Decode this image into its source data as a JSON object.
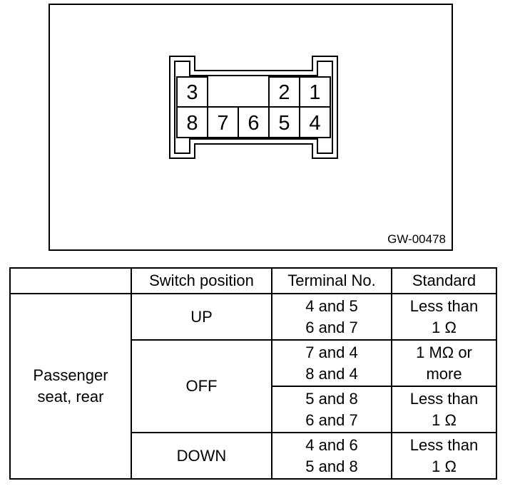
{
  "figure": {
    "code": "GW-00478",
    "terminals": [
      "3",
      "2",
      "1",
      "8",
      "7",
      "6",
      "5",
      "4"
    ]
  },
  "table": {
    "headers": [
      "",
      "Switch position",
      "Terminal No.",
      "Standard"
    ],
    "group_label": [
      "Passenger",
      "seat, rear"
    ],
    "rows": [
      {
        "position": "UP",
        "terminals": [
          "4 and 5",
          "6 and 7"
        ],
        "standard": [
          "Less than",
          "1 Ω"
        ]
      },
      {
        "position": "OFF",
        "terminals": [
          "7 and 4",
          "8 and 4"
        ],
        "standard": [
          "1 MΩ or",
          "more"
        ]
      },
      {
        "position": "",
        "terminals": [
          "5 and 8",
          "6 and 7"
        ],
        "standard": [
          "Less than",
          "1 Ω"
        ]
      },
      {
        "position": "DOWN",
        "terminals": [
          "4 and 6",
          "5 and 8"
        ],
        "standard": [
          "Less than",
          "1 Ω"
        ]
      }
    ]
  }
}
